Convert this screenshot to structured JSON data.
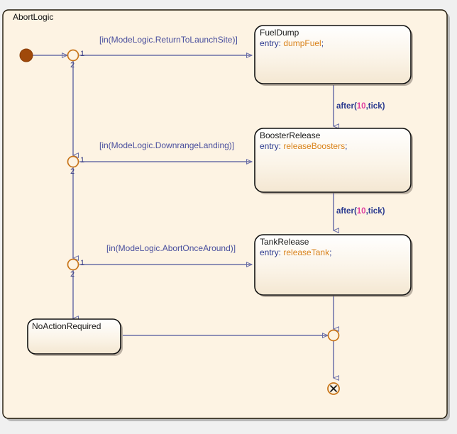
{
  "chart": {
    "title": "AbortLogic",
    "background_color": "#fdf3e3",
    "border_color": "#3a2a10",
    "page_background": "#f0f0f0"
  },
  "colors": {
    "transition_line": "#6b6fa8",
    "junction_border": "#c8751a",
    "junction_fill": "#fdf3e3",
    "default_transition_dot": "#a0490a",
    "state_border": "#111111",
    "state_fill_top": "#ffffff",
    "state_fill_bottom": "#f6ead6",
    "keyword_text": "#2b3a8f",
    "action_text": "#d98219",
    "guard_text": "#4a4f9e",
    "event_number": "#e040a0"
  },
  "states": [
    {
      "id": "fuel-dump",
      "name": "FuelDump",
      "entry_keyword": "entry:",
      "entry_action": "dumpFuel",
      "entry_terminator": ";"
    },
    {
      "id": "booster-release",
      "name": "BoosterRelease",
      "entry_keyword": "entry:",
      "entry_action": "releaseBoosters",
      "entry_terminator": ";"
    },
    {
      "id": "tank-release",
      "name": "TankRelease",
      "entry_keyword": "entry:",
      "entry_action": "releaseTank",
      "entry_terminator": ";"
    },
    {
      "id": "no-action-required",
      "name": "NoActionRequired",
      "entry_keyword": "",
      "entry_action": "",
      "entry_terminator": ""
    }
  ],
  "transitions": [
    {
      "id": "guard-return-to-launch-site",
      "label": "[in(ModeLogic.ReturnToLaunchSite)]",
      "kind": "guard"
    },
    {
      "id": "guard-downrange-landing",
      "label": "[in(ModeLogic.DownrangeLanding)]",
      "kind": "guard"
    },
    {
      "id": "guard-abort-once-around",
      "label": "[in(ModeLogic.AbortOnceAround)]",
      "kind": "guard"
    },
    {
      "id": "after-fueldump-to-booster",
      "prefix": "after",
      "open": "(",
      "value": "10",
      "suffix": ",tick)",
      "kind": "temporal"
    },
    {
      "id": "after-booster-to-tank",
      "prefix": "after",
      "open": "(",
      "value": "10",
      "suffix": ",tick)",
      "kind": "temporal"
    }
  ],
  "junctions": [
    {
      "id": "junction-1",
      "order_first": "1",
      "order_second": "2"
    },
    {
      "id": "junction-2",
      "order_first": "1",
      "order_second": "2"
    },
    {
      "id": "junction-3",
      "order_first": "1",
      "order_second": "2"
    },
    {
      "id": "junction-merge",
      "order_first": "",
      "order_second": ""
    }
  ],
  "terminator": {
    "id": "terminating-junction",
    "glyph": "x"
  }
}
